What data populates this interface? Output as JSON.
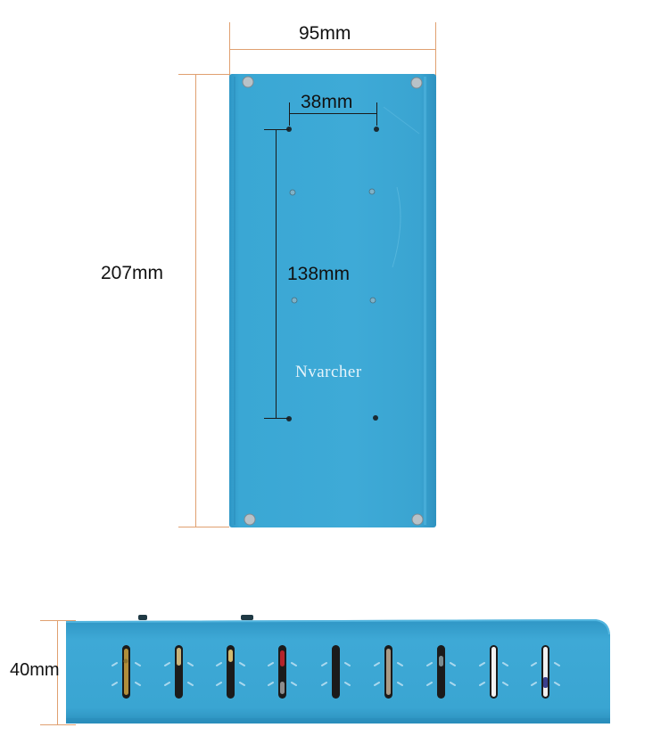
{
  "dimensions": {
    "width_label": "95mm",
    "height_label": "207mm",
    "hole_spacing_x_label": "38mm",
    "hole_spacing_y_label": "138mm",
    "side_height_label": "40mm"
  },
  "watermark": "Nvarcher",
  "colors": {
    "panel": "#3aa5d2",
    "dimension_line": "#e0a070",
    "inner_dimension_line": "#1a1a1a",
    "text": "#111111"
  }
}
